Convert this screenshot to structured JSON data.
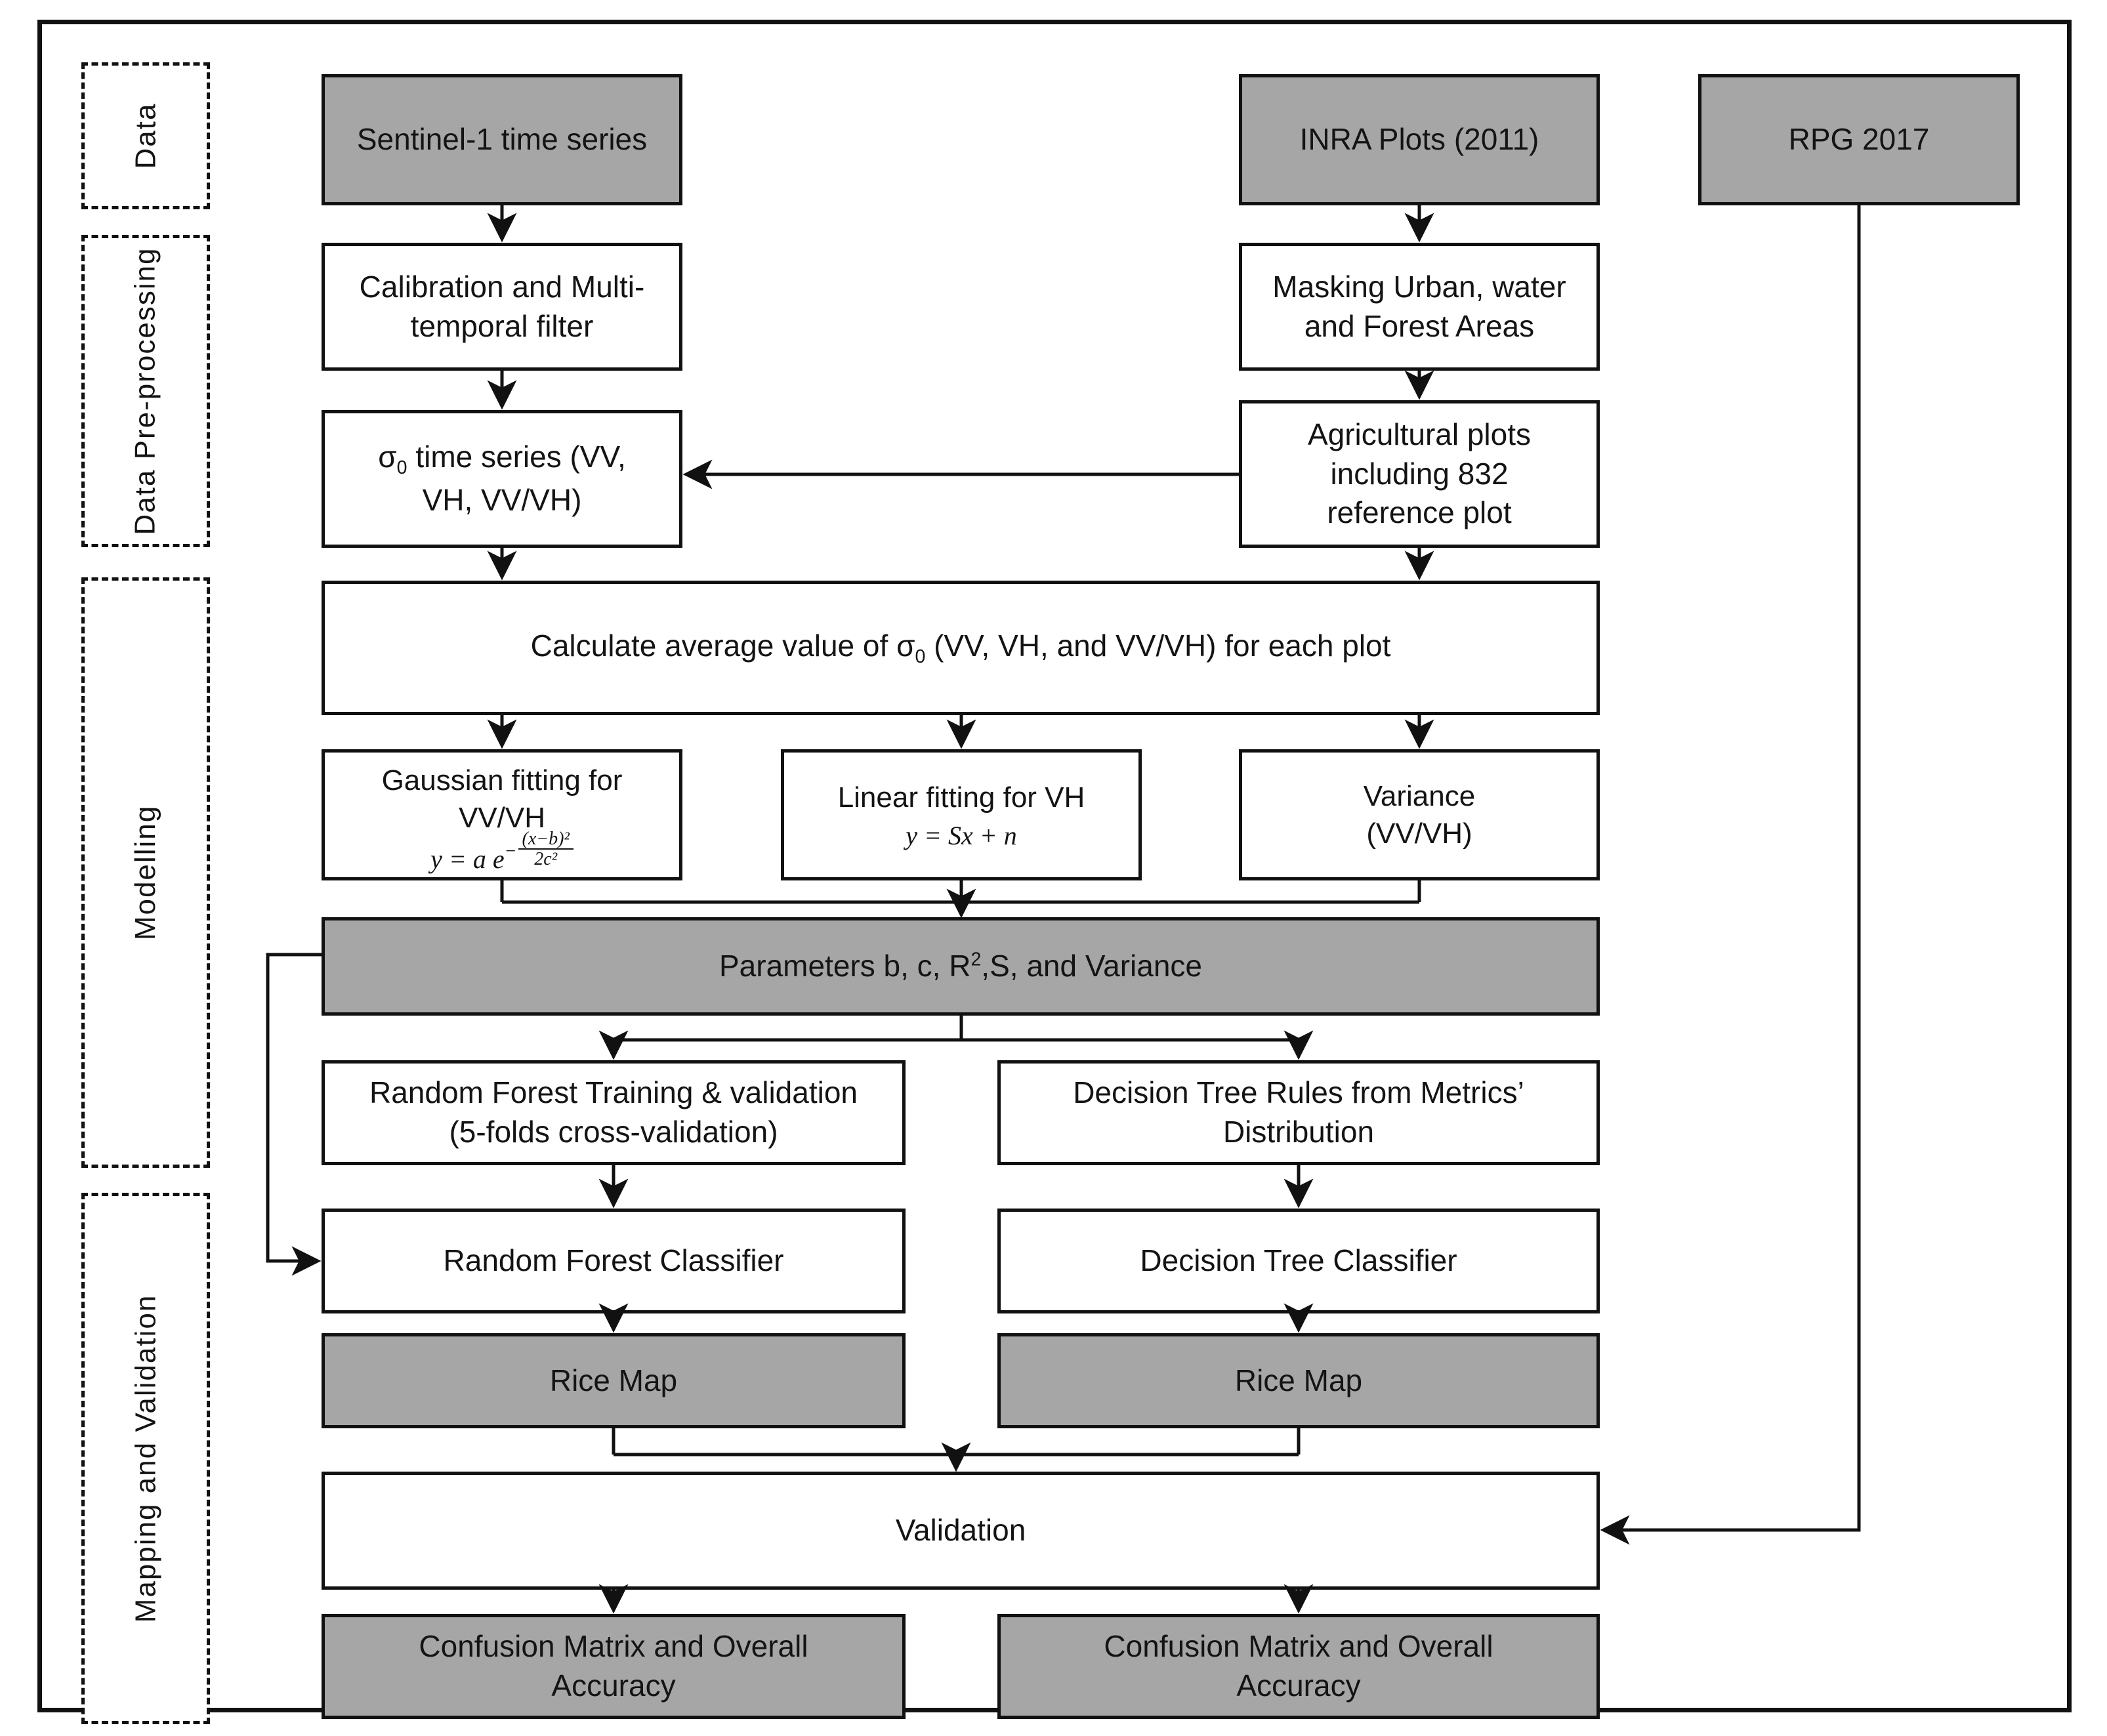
{
  "figure": {
    "title": "Rice mapping methodology flowchart",
    "fill_color": "#a6a6a6",
    "line_color": "#111111",
    "background": "#ffffff"
  },
  "phases": [
    {
      "id": "data",
      "label": "Data"
    },
    {
      "id": "preprocessing",
      "label": "Data Pre-processing"
    },
    {
      "id": "modelling",
      "label": "Modelling"
    },
    {
      "id": "mapping",
      "label": "Mapping and Validation"
    }
  ],
  "nodes": {
    "sentinel": {
      "label": "Sentinel-1 time series",
      "style": "filled"
    },
    "inra": {
      "label": "INRA Plots (2011)",
      "style": "filled"
    },
    "rpg": {
      "label": "RPG 2017",
      "style": "filled"
    },
    "calibration": {
      "label": "Calibration and Multi-\ntemporal filter",
      "style": "plain"
    },
    "masking": {
      "label": "Masking Urban, water\nand Forest Areas",
      "style": "plain"
    },
    "sigma_series": {
      "label": "time series (VV,\nVH, VV/VH)",
      "prefix": "σ",
      "subscript": "0",
      "style": "plain"
    },
    "agri_plots": {
      "label": "Agricultural plots\nincluding 832\nreference plot",
      "style": "plain"
    },
    "average": {
      "label_before": "Calculate average value of ",
      "symbol": "σ",
      "subscript": "0",
      "label_after": " (VV, VH, and VV/VH) for each plot",
      "style": "plain"
    },
    "gaussian": {
      "label": "Gaussian fitting for\nVV/VH",
      "equation": "y = a e",
      "eq_num": "(x−b)²",
      "eq_den": "2c²",
      "style": "plain"
    },
    "linear": {
      "label": "Linear fitting for VH",
      "equation": "y = Sx + n",
      "style": "plain"
    },
    "variance": {
      "label": "Variance\n(VV/VH)",
      "style": "plain"
    },
    "parameters": {
      "label_before": "Parameters b, c, R",
      "exponent": "2",
      "label_after": ",S, and Variance",
      "style": "filled"
    },
    "rf_training": {
      "label": "Random Forest Training & validation\n(5-folds cross-validation)",
      "style": "plain"
    },
    "dt_rules": {
      "label": "Decision Tree Rules from Metrics’\nDistribution",
      "style": "plain"
    },
    "rf_classifier": {
      "label": "Random Forest Classifier",
      "style": "plain"
    },
    "dt_classifier": {
      "label": "Decision Tree Classifier",
      "style": "plain"
    },
    "rice_map_left": {
      "label": "Rice Map",
      "style": "filled"
    },
    "rice_map_right": {
      "label": "Rice Map",
      "style": "filled"
    },
    "validation": {
      "label": "Validation",
      "style": "plain"
    },
    "confusion_left": {
      "label": "Confusion Matrix and Overall\nAccuracy",
      "style": "filled"
    },
    "confusion_right": {
      "label": "Confusion Matrix and Overall\nAccuracy",
      "style": "filled"
    }
  }
}
